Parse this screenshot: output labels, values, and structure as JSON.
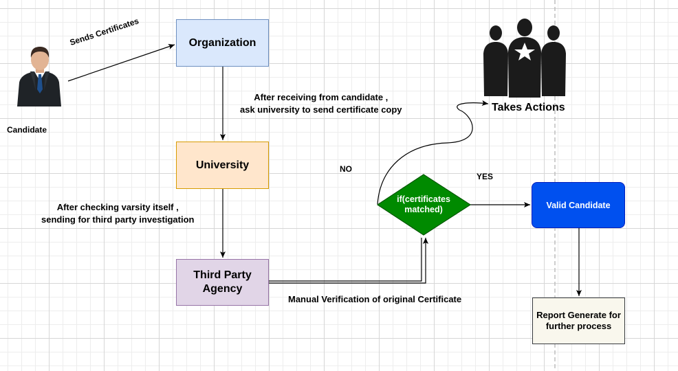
{
  "candidate": {
    "label": "Candidate"
  },
  "edges": {
    "sends_certificates": "Sends Certificates",
    "org_to_university_line1": "After receiving from candidate ,",
    "org_to_university_line2": "ask university to send certificate copy",
    "university_to_agency_line1": "After checking varsity itself ,",
    "university_to_agency_line2": "sending for third party investigation",
    "manual_verification": "Manual Verification of original Certificate",
    "no": "NO",
    "yes": "YES"
  },
  "nodes": {
    "organization": {
      "label": "Organization",
      "fill": "#dae8fc",
      "stroke": "#6c8ebf"
    },
    "university": {
      "label": "University",
      "fill": "#ffe6cc",
      "stroke": "#d79b00"
    },
    "third_party_line1": "Third Party",
    "third_party_line2": "Agency",
    "third_party": {
      "fill": "#e1d5e7",
      "stroke": "#9673a6"
    },
    "decision_line1": "if(certificates",
    "decision_line2": "matched)",
    "decision": {
      "fill": "#008a00",
      "stroke": "#005700"
    },
    "valid_candidate": {
      "label": "Valid Candidate",
      "fill": "#0050ef",
      "stroke": "#001dbc"
    },
    "report_line1": "Report Generate for",
    "report_line2": "further process",
    "report": {
      "fill": "#f9f7ed",
      "stroke": "#36393d"
    },
    "takes_actions": "Takes Actions"
  },
  "icons": {
    "candidate": "businessman-icon",
    "group": "team-leader-star-icon"
  }
}
